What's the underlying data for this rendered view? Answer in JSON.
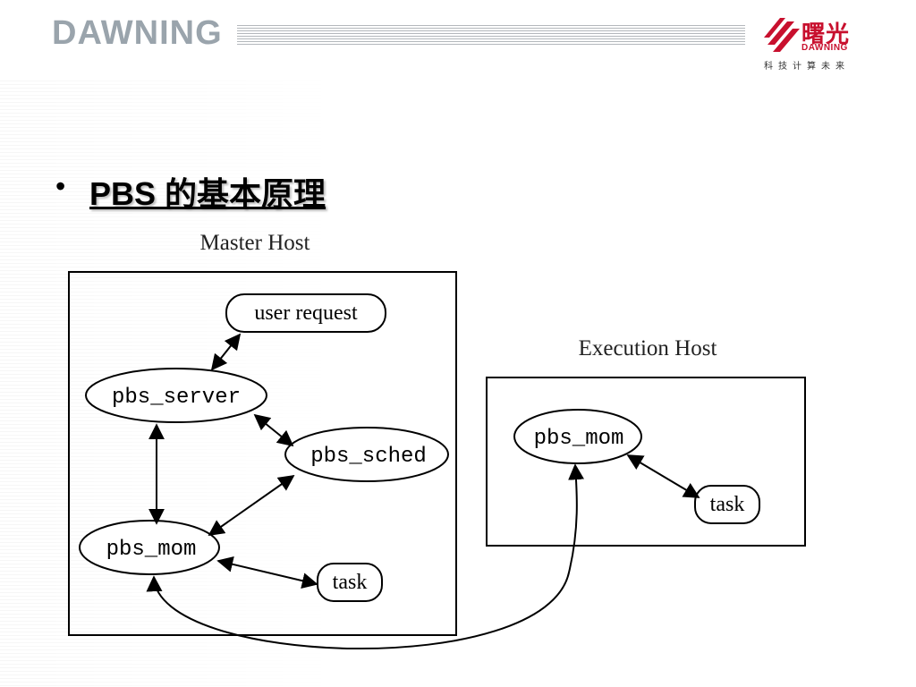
{
  "header": {
    "brand": "DAWNING",
    "logo_cn": "曙光",
    "logo_en": "DAWNING",
    "logo_tagline": "科技计算未来"
  },
  "slide": {
    "bullet": "•",
    "title": "PBS 的基本原理"
  },
  "diagram": {
    "master_host_label": "Master Host",
    "execution_host_label": "Execution Host",
    "nodes": {
      "user_request": "user request",
      "pbs_server": "pbs_server",
      "pbs_sched": "pbs_sched",
      "master_pbs_mom": "pbs_mom",
      "master_task": "task",
      "exec_pbs_mom": "pbs_mom",
      "exec_task": "task"
    }
  },
  "colors": {
    "brand_gray": "#9aa4ac",
    "logo_red": "#c8102e"
  }
}
